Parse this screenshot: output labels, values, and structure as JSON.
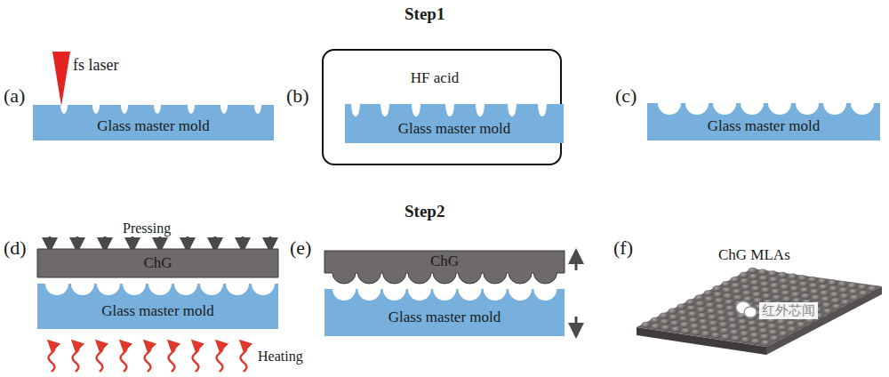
{
  "diagram": {
    "nodes": [
      {
        "text": [
          "Glass master mold"
        ]
      },
      {
        "text": [
          "HF acid"
        ]
      },
      {
        "text": [
          "Glass master mold"
        ],
        "in": 1
      },
      {
        "text": [
          "Glass master mold"
        ]
      },
      {
        "text": [
          "ChG"
        ]
      },
      {
        "text": [
          "Glass master mold"
        ]
      },
      {
        "text": [
          "ChG"
        ]
      },
      {
        "text": [
          "Glass master mold"
        ]
      }
    ],
    "labels": [
      "Step1",
      "(a)",
      "fs laser",
      "(b)",
      "(c)",
      "Step2",
      "(d)",
      "Pressing",
      "Heating",
      "(e)",
      "(f)",
      "ChG MLAs",
      "红外芯闻"
    ]
  }
}
